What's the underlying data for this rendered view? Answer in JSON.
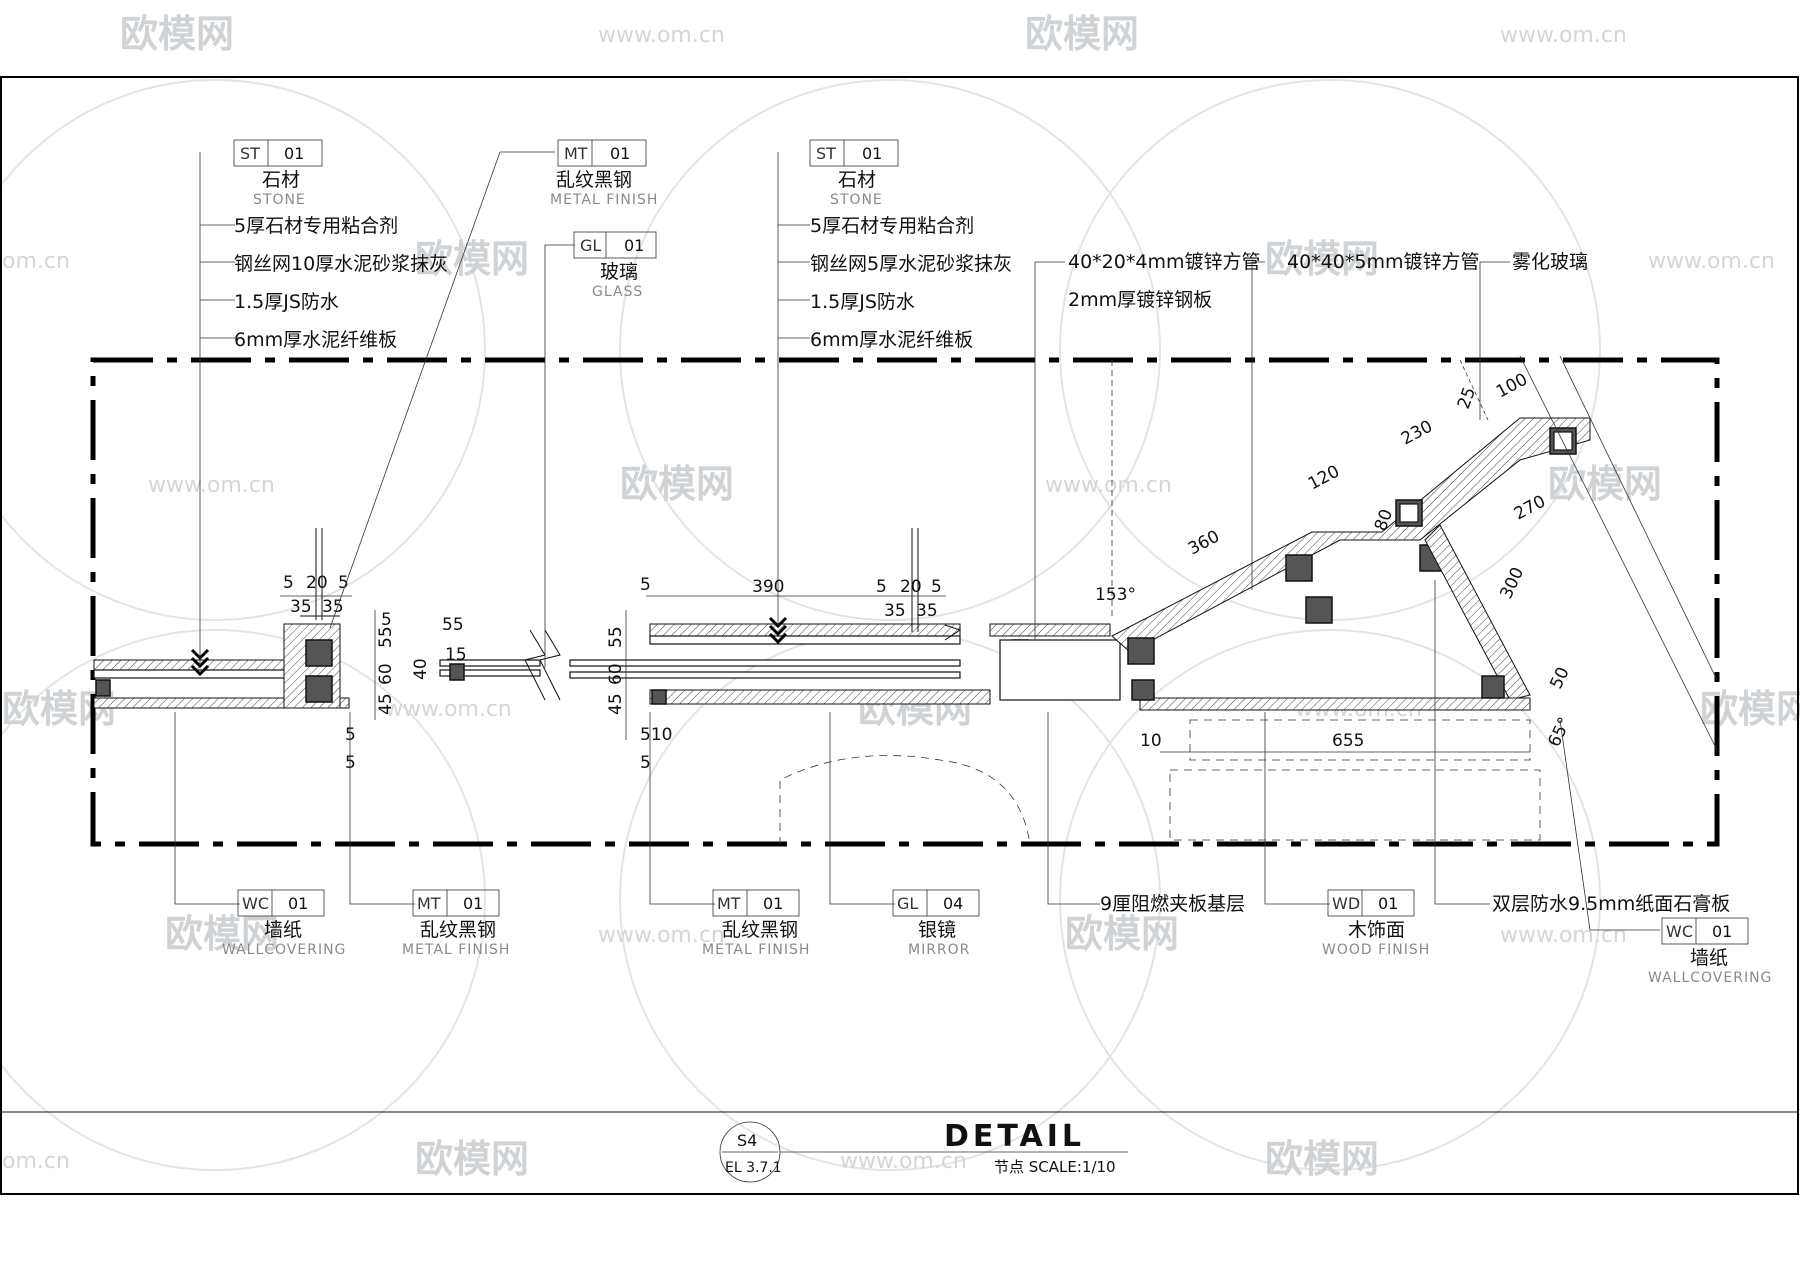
{
  "watermark": {
    "brand": "欧模网",
    "url": "www.om.cn",
    "url_short": "om.cn",
    "brand_partial": "欧模网"
  },
  "callouts_top": [
    {
      "code": "ST",
      "num": "01",
      "cn": "石材",
      "en": "STONE"
    },
    {
      "code": "MT",
      "num": "01",
      "cn": "乱纹黑钢",
      "en": "METAL FINISH"
    },
    {
      "code": "GL",
      "num": "01",
      "cn": "玻璃",
      "en": "GLASS"
    },
    {
      "code": "ST",
      "num": "01",
      "cn": "石材",
      "en": "STONE"
    }
  ],
  "layers_left": [
    "5厚石材专用粘合剂",
    "钢丝网10厚水泥砂浆抹灰",
    "1.5厚JS防水",
    "6mm厚水泥纤维板"
  ],
  "layers_mid": [
    "5厚石材专用粘合剂",
    "钢丝网5厚水泥砂浆抹灰",
    "1.5厚JS防水",
    "6mm厚水泥纤维板"
  ],
  "notes_top_right": {
    "tube_small": "40*20*4mm镀锌方管",
    "steel_plate": "2mm厚镀锌钢板",
    "tube_large": "40*40*5mm镀锌方管",
    "frosted_glass": "雾化玻璃"
  },
  "callouts_bottom": [
    {
      "code": "WC",
      "num": "01",
      "cn": "墙纸",
      "en": "WALLCOVERING"
    },
    {
      "code": "MT",
      "num": "01",
      "cn": "乱纹黑钢",
      "en": "METAL FINISH"
    },
    {
      "code": "MT",
      "num": "01",
      "cn": "乱纹黑钢",
      "en": "METAL FINISH"
    },
    {
      "code": "GL",
      "num": "04",
      "cn": "银镜",
      "en": "MIRROR"
    },
    {
      "code": "WD",
      "num": "01",
      "cn": "木饰面",
      "en": "WOOD FINISH"
    },
    {
      "code": "WC",
      "num": "01",
      "cn": "墙纸",
      "en": "WALLCOVERING"
    }
  ],
  "notes_bottom": {
    "plywood": "9厘阻燃夹板基层",
    "gypsum": "双层防水9.5mm纸面石膏板"
  },
  "dims": {
    "d5": "5",
    "d20": "20",
    "d35": "35",
    "d55": "55",
    "d60": "60",
    "d45": "45",
    "d40": "40",
    "d15": "15",
    "d390": "390",
    "d10": "10",
    "d510": "510",
    "d360": "360",
    "d120": "120",
    "d230": "230",
    "d100": "100",
    "d25": "25",
    "d80": "80",
    "d270": "270",
    "d300": "300",
    "d50": "50",
    "d655": "655",
    "ang153": "153°",
    "ang65": "65°"
  },
  "title_block": {
    "ref_top": "S4",
    "ref_bottom": "EL 3.7.1",
    "title": "DETAIL",
    "subtitle": "节点 SCALE:1/10"
  },
  "colors": {
    "line": "#111111",
    "watermark": "#cfd3d6",
    "english_label": "#8a8a8a",
    "wall_fill": "#555555"
  }
}
